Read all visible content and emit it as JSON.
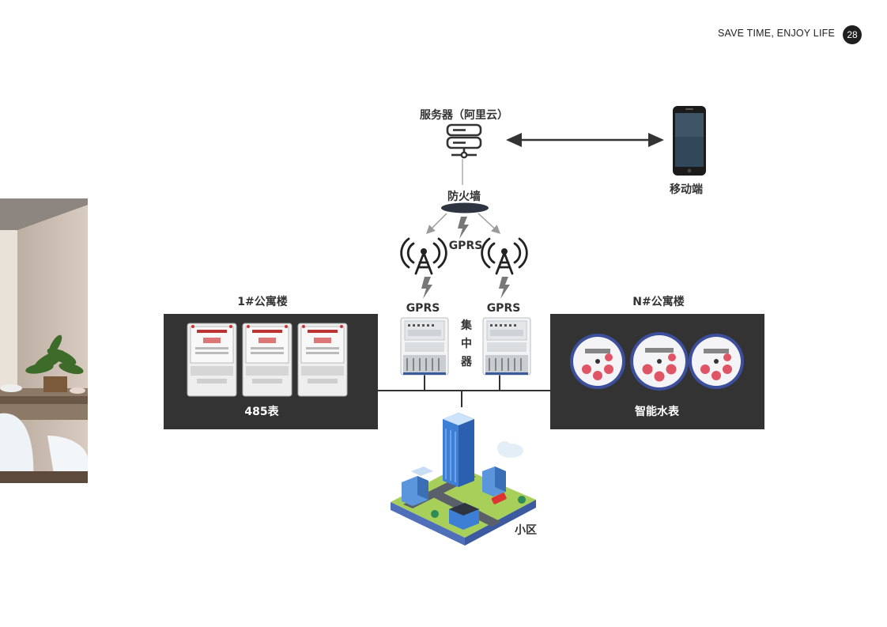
{
  "header": {
    "tagline": "SAVE TIME, ENJOY LIFE",
    "page_number": "28"
  },
  "diagram": {
    "server_label": "服务器（阿里云）",
    "mobile_label": "移动端",
    "firewall_label": "防火墙",
    "gprs_top_label": "GPRS",
    "gprs_left_label": "GPRS",
    "gprs_right_label": "GPRS",
    "concentrator_label": [
      "集",
      "中",
      "器"
    ],
    "building_1_label": "1#公寓楼",
    "building_n_label": "N#公寓楼",
    "meter_485_label": "485表",
    "water_meter_label": "智能水表",
    "community_label": "小区"
  },
  "colors": {
    "panel_bg": "#333333",
    "line": "#333333",
    "arrow_gray": "#9a9a9a"
  }
}
